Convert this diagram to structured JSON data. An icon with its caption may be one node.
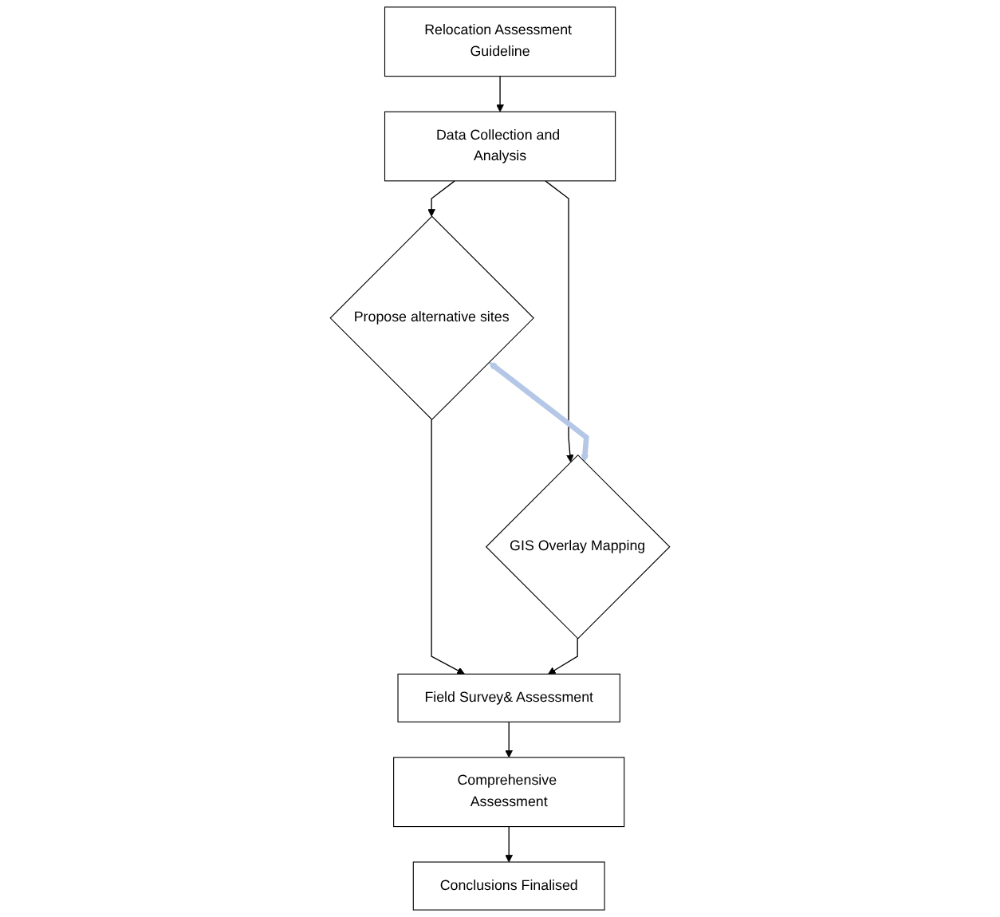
{
  "diagram": {
    "nodes": [
      {
        "text": [
          "Relocation Assessment Guideline"
        ]
      },
      {
        "text": [
          "Data Collection and Analysis"
        ]
      },
      {
        "text": [
          "Propose alternative sites"
        ]
      },
      {
        "text": [
          "GIS Overlay Mapping"
        ]
      },
      {
        "text": [
          "Field Survey& Assessment"
        ]
      },
      {
        "text": [
          "Comprehensive Assessment"
        ]
      },
      {
        "text": [
          "Conclusions Finalised"
        ]
      }
    ],
    "edges": [
      {
        "from": 0,
        "to": 1,
        "arrow": "to"
      },
      {
        "from": 1,
        "to": 2,
        "arrow": "to"
      },
      {
        "from": 1,
        "to": 3,
        "arrow": "to"
      },
      {
        "from": 2,
        "to": 3,
        "arrow": "both",
        "style": "thick",
        "color": "#b4c7e7"
      },
      {
        "from": 2,
        "to": 4,
        "arrow": "to"
      },
      {
        "from": 3,
        "to": 4,
        "arrow": "to"
      },
      {
        "from": 4,
        "to": 5,
        "arrow": "to"
      },
      {
        "from": 5,
        "to": 6,
        "arrow": "to"
      }
    ]
  }
}
